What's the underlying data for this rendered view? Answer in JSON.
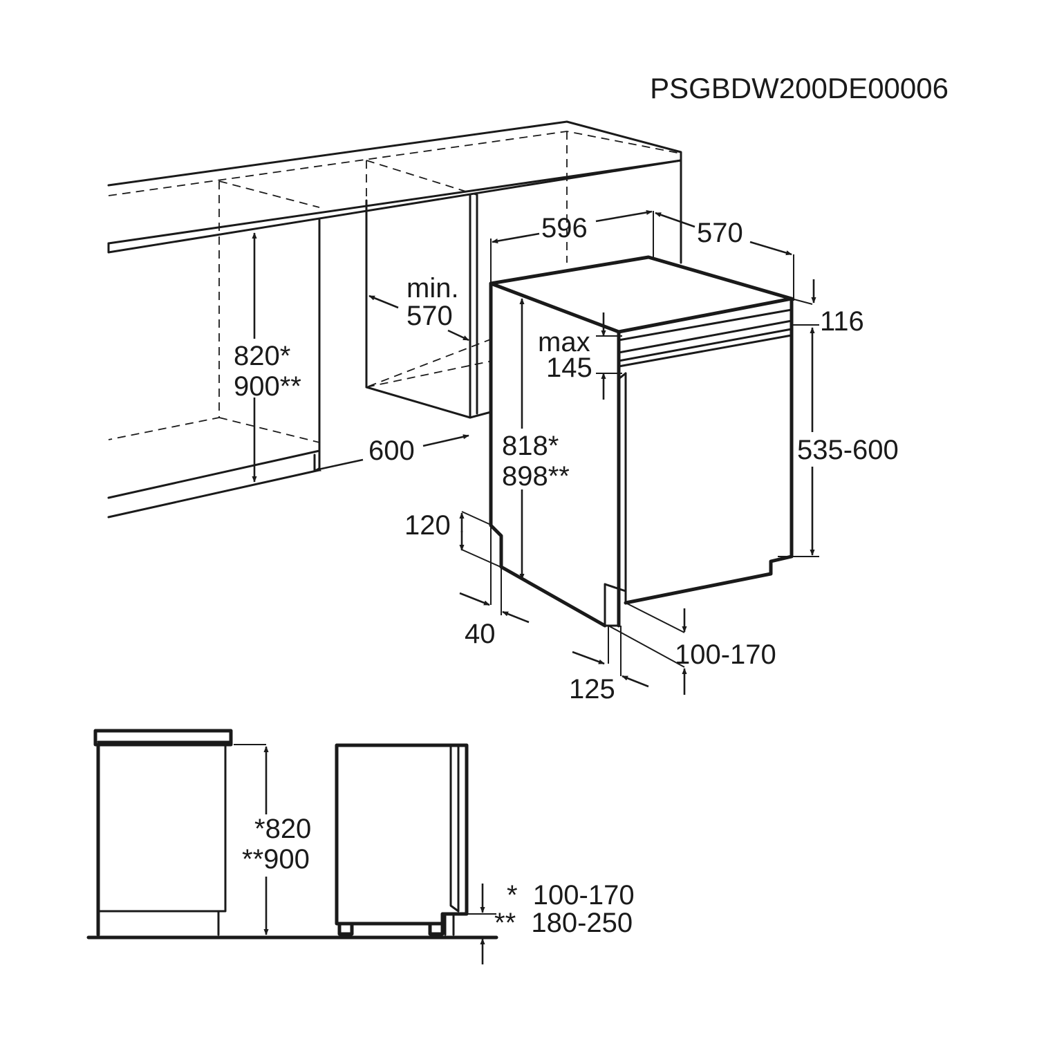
{
  "doc_code": "PSGBDW200DE00006",
  "labels": {
    "width_596": "596",
    "depth_570": "570",
    "depth_116": "116",
    "min_a": "min.",
    "min_b": "570",
    "niche_h1": "820*",
    "niche_h2": "900**",
    "max_a": "max",
    "max_b": "145",
    "panel_range": "535-600",
    "width_600": "600",
    "app_h1": "818*",
    "app_h2": "898**",
    "plinth_120": "120",
    "plinth_40": "40",
    "plinth_range": "100-170",
    "plinth_125": "125",
    "side_h1": "*820",
    "side_h2": "**900",
    "side_p1": "*  100-170",
    "side_p2": "**  180-250"
  }
}
